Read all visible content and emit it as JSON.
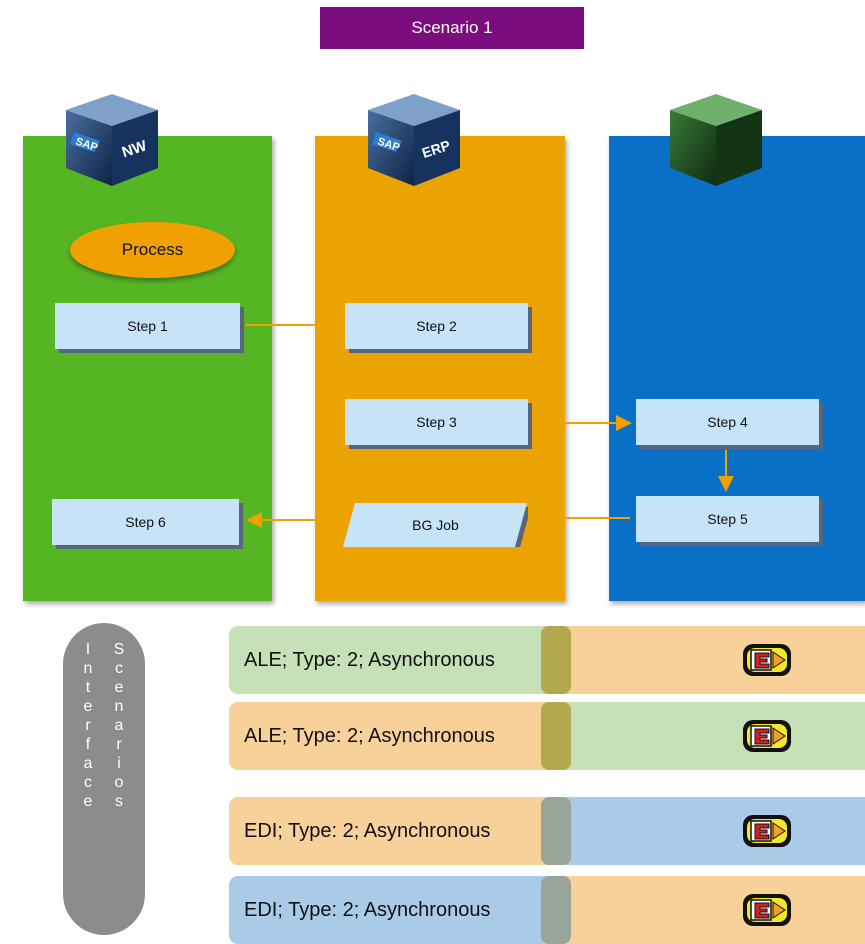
{
  "scenario": {
    "title": "Scenario 1"
  },
  "systems": [
    {
      "logo": "SAP",
      "name": "NW",
      "color": "#55b522"
    },
    {
      "logo": "SAP",
      "name": "ERP",
      "color": "#eaa300"
    },
    {
      "logo": "",
      "name": "",
      "color": "#0a70c7"
    }
  ],
  "process": {
    "label": "Process"
  },
  "steps": {
    "step1": "Step 1",
    "step2": "Step 2",
    "step3": "Step 3",
    "step4": "Step 4",
    "step5": "Step 5",
    "step6": "Step 6",
    "bgjob": "BG Job"
  },
  "sidebar": {
    "col1": [
      "I",
      "n",
      "t",
      "e",
      "r",
      "f",
      "a",
      "c",
      "e"
    ],
    "col2": [
      "S",
      "c",
      "e",
      "n",
      "a",
      "r",
      "i",
      "o",
      "s"
    ]
  },
  "interfaces": [
    {
      "label": "ALE; Type: 2; Asynchronous",
      "left_color": "#c6e0b8",
      "right_color": "#f8d09a",
      "icon": "interface-icon"
    },
    {
      "label": "ALE; Type: 2; Asynchronous",
      "left_color": "#f8d09a",
      "right_color": "#c6e0b8",
      "icon": "interface-icon"
    },
    {
      "label": "EDI; Type: 2; Asynchronous",
      "left_color": "#f8d09a",
      "right_color": "#a9cbe7",
      "icon": "interface-icon"
    },
    {
      "label": "EDI; Type: 2; Asynchronous",
      "left_color": "#a9cbe7",
      "right_color": "#f8d09a",
      "icon": "interface-icon"
    }
  ],
  "colors": {
    "connector": "#f0a000",
    "accent_purple": "#7b0d7e"
  }
}
